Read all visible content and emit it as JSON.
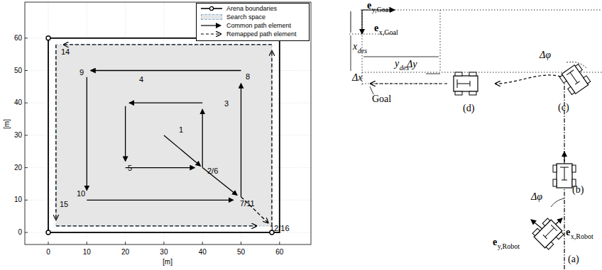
{
  "diagram": {
    "labels": [
      "60",
      "50",
      "40",
      "30",
      "20",
      "10",
      "0",
      "0",
      "10",
      "20",
      "30",
      "40",
      "50",
      "60",
      "[m]",
      "[m]",
      "1",
      "2/6",
      "3",
      "4",
      "5",
      "7/11",
      "8",
      "9",
      "10",
      "12/16",
      "14",
      "15",
      "e",
      "y,Goal",
      "e",
      "x,Goal",
      "x",
      "des",
      "y",
      "des",
      "Δx",
      "Δy",
      "Δφ",
      "Goal",
      "(d)",
      "(c)",
      "(b)",
      "Δφ",
      "(a)",
      "e",
      "y,Robot",
      "e",
      "x,Robot"
    ],
    "legend": [
      {
        "text": "Arena boundaries"
      },
      {
        "text": "Search space",
        "color": "#e6e6e6"
      },
      {
        "text": "Common path element"
      },
      {
        "text": "Remapped path element"
      }
    ]
  }
}
